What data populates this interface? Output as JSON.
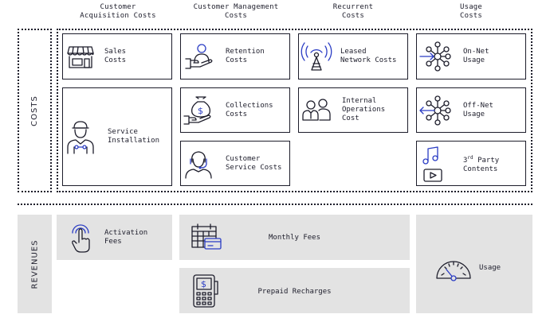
{
  "columns": {
    "acquisition": "Customer\nAcquisition Costs",
    "management": "Customer Management\nCosts",
    "recurrent": "Recurrent\nCosts",
    "usage": "Usage\nCosts"
  },
  "sections": {
    "costs": "COSTS",
    "revenues": "REVENUES"
  },
  "costs": {
    "sales": "Sales\nCosts",
    "service_installation": "Service\nInstallation",
    "retention": "Retention\nCosts",
    "collections": "Collections\nCosts",
    "customer_service": "Customer\nService Costs",
    "leased_network": "Leased\nNetwork Costs",
    "internal_operations": "Internal\nOperations\nCost",
    "on_net": "On-Net\nUsage",
    "off_net": "Off-Net\nUsage",
    "third_party_prefix": "3",
    "third_party_sup": "rd",
    "third_party_rest": " Party\nContents"
  },
  "revenues": {
    "activation": "Activation\nFees",
    "monthly": "Monthly Fees",
    "prepaid": "Prepaid Recharges",
    "usage": "Usage"
  },
  "colors": {
    "ink": "#1d1d2b",
    "accent": "#2a3cc4",
    "revenue_fill": "#e3e3e3"
  },
  "icons": {
    "sales": "store-icon",
    "service_installation": "technician-icon",
    "retention": "handshake-person-icon",
    "collections": "money-bag-hand-icon",
    "customer_service": "headset-agent-icon",
    "leased_network": "antenna-tower-icon",
    "internal_operations": "team-icon",
    "on_net": "network-in-icon",
    "off_net": "network-out-icon",
    "third_party": "music-video-icon",
    "activation": "touch-icon",
    "monthly": "calendar-card-icon",
    "prepaid": "payment-terminal-icon",
    "usage": "gauge-icon"
  }
}
